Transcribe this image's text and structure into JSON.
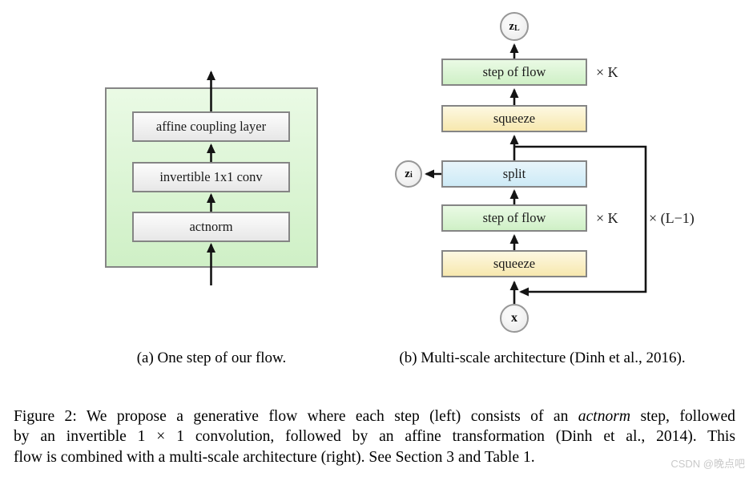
{
  "colors": {
    "green_top": "#eafae5",
    "green_bottom": "#cff0c6",
    "yellow_top": "#fdf8e2",
    "yellow_bottom": "#f7e8ae",
    "blue_top": "#e8f5fb",
    "blue_bottom": "#cdeaf6",
    "gray_box_top": "#fcfcfc",
    "gray_box_bottom": "#e7e7e7",
    "border": "#858585",
    "arrow": "#141414",
    "watermark": "#c9c9c9"
  },
  "panel_a": {
    "caption": "(a) One step of our flow.",
    "blocks": [
      {
        "label": "affine coupling layer"
      },
      {
        "label": "invertible 1x1 conv"
      },
      {
        "label": "actnorm"
      }
    ]
  },
  "panel_b": {
    "caption": "(b) Multi-scale architecture (Dinh et al., 2016).",
    "blocks": [
      {
        "label": "step of flow"
      },
      {
        "label": "squeeze"
      },
      {
        "label": "split"
      },
      {
        "label": "step of flow"
      },
      {
        "label": "squeeze"
      }
    ],
    "nodes": {
      "zL": {
        "main": "z",
        "sub": "L"
      },
      "zi": {
        "main": "z",
        "sub": "i"
      },
      "x": {
        "main": "x",
        "sub": ""
      }
    },
    "multipliers": {
      "k_top": "× K",
      "k_bottom": "× K",
      "l": "× (L−1)"
    }
  },
  "caption": {
    "line1": [
      {
        "t": "Figure 2: We propose a generative flow where each step (left) consists of an "
      },
      {
        "t": "actnorm"
      },
      {
        "t": " step, followed"
      }
    ],
    "line2": [
      {
        "t": "by an invertible 1 × 1 convolution, followed by an affine transformation (Dinh et al., 2014). This"
      }
    ],
    "line3": [
      {
        "t": "flow is combined with a multi-scale architecture (right). See Section 3 and Table 1."
      }
    ]
  },
  "watermark": "CSDN @晚点吧"
}
